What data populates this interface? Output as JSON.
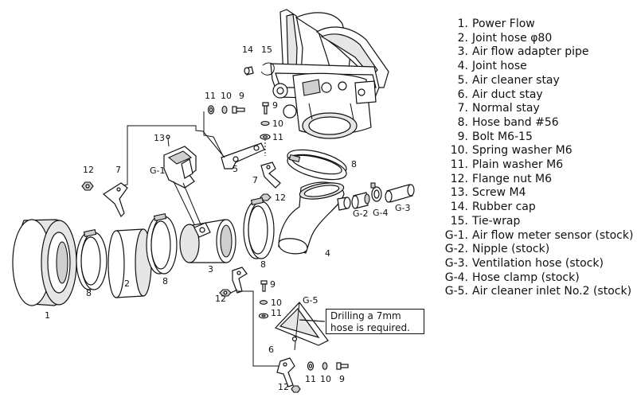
{
  "legend": [
    {
      "num": "1.",
      "name": "Power Flow"
    },
    {
      "num": "2.",
      "name": "Joint hose  φ80"
    },
    {
      "num": "3.",
      "name": "Air flow adapter pipe"
    },
    {
      "num": "4.",
      "name": "Joint hose"
    },
    {
      "num": "5.",
      "name": "Air cleaner stay"
    },
    {
      "num": "6.",
      "name": "Air duct stay"
    },
    {
      "num": "7.",
      "name": "Normal stay"
    },
    {
      "num": "8.",
      "name": "Hose band  #56"
    },
    {
      "num": "9.",
      "name": "Bolt  M6-15"
    },
    {
      "num": "10.",
      "name": "Spring washer  M6"
    },
    {
      "num": "11.",
      "name": "Plain washer  M6"
    },
    {
      "num": "12.",
      "name": "Flange nut  M6"
    },
    {
      "num": "13.",
      "name": "Screw  M4"
    },
    {
      "num": "14.",
      "name": "Rubber cap"
    },
    {
      "num": "15.",
      "name": "Tie-wrap"
    },
    {
      "num": "G-1.",
      "name": "Air flow meter sensor (stock)"
    },
    {
      "num": "G-2.",
      "name": "Nipple (stock)"
    },
    {
      "num": "G-3.",
      "name": "Ventilation hose (stock)"
    },
    {
      "num": "G-4.",
      "name": "Hose clamp (stock)"
    },
    {
      "num": "G-5.",
      "name": "Air cleaner inlet No.2 (stock)"
    }
  ],
  "note": {
    "line1": "Drilling a 7mm",
    "line2": "hose is required."
  },
  "callouts": {
    "c1": "1",
    "c2": "2",
    "c3": "3",
    "c4": "4",
    "c5": "5",
    "c6": "6",
    "c7": "7",
    "c8": "8",
    "c9": "9",
    "c10": "10",
    "c11": "11",
    "c12": "12",
    "c13": "13",
    "c14": "14",
    "c15": "15",
    "g1": "G-1",
    "g2": "G-2",
    "g3": "G-3",
    "g4": "G-4",
    "g5": "G-5"
  }
}
